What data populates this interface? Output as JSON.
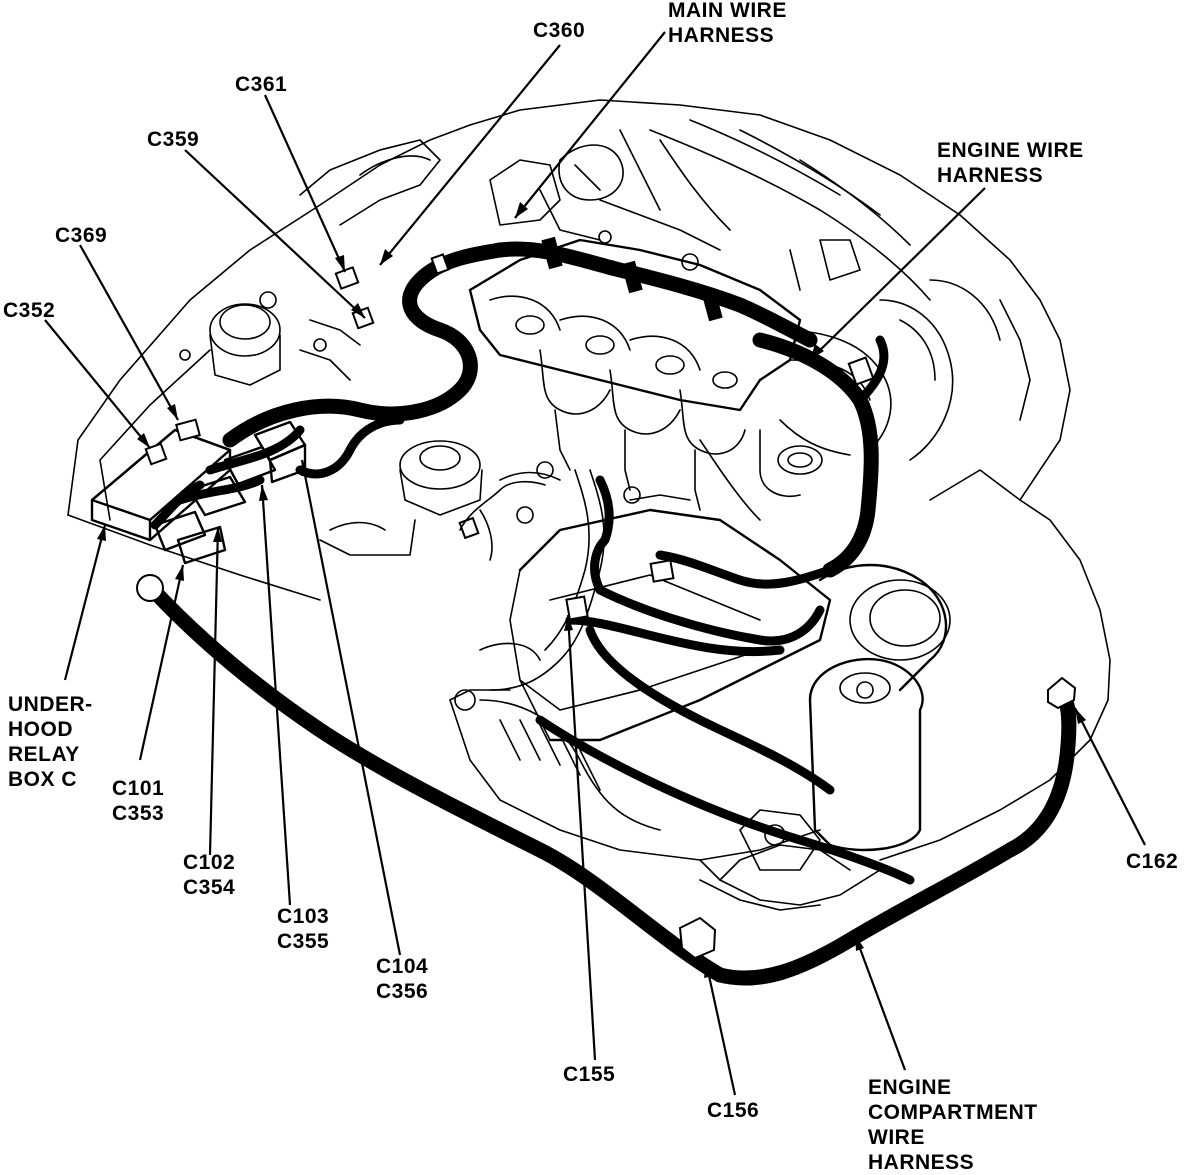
{
  "labels": {
    "main_wire_harness": [
      "MAIN WIRE",
      "HARNESS"
    ],
    "engine_wire_harness": [
      "ENGINE WIRE",
      "HARNESS"
    ],
    "under_hood_relay_box": [
      "UNDER-",
      "HOOD",
      "RELAY",
      "BOX C"
    ],
    "engine_compartment_wire_harness": [
      "ENGINE",
      "COMPARTMENT",
      "WIRE",
      "HARNESS"
    ],
    "c360": "C360",
    "c361": "C361",
    "c359": "C359",
    "c369": "C369",
    "c352": "C352",
    "c101_c353": [
      "C101",
      "C353"
    ],
    "c102_c354": [
      "C102",
      "C354"
    ],
    "c103_c355": [
      "C103",
      "C355"
    ],
    "c104_c356": [
      "C104",
      "C356"
    ],
    "c155": "C155",
    "c156": "C156",
    "c162": "C162"
  }
}
